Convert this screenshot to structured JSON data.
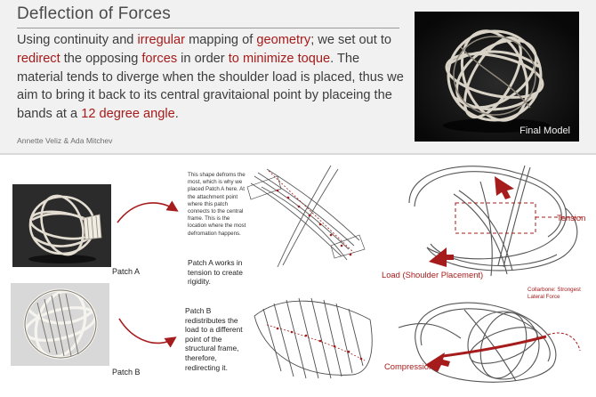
{
  "header": {
    "title": "Deflection of Forces",
    "description": {
      "p1": "Using continuity and ",
      "h1": "irregular",
      "p2": " mapping of ",
      "h2": "geometry",
      "p3": "; we set out to ",
      "h3": "redirect",
      "p4": " the opposing ",
      "h4": "forces",
      "p5": " in order ",
      "h5": "to minimize toque",
      "p6": ". The material tends to diverge when the shoulder load is placed, thus we aim to bring it back to its central gravitaional point by placeing the bands at a ",
      "h6": "12 degree angle",
      "p7": "."
    },
    "authors": "Annette Veliz & Ada Mitchev"
  },
  "final_model": {
    "caption": "Final Model"
  },
  "patch_a": {
    "label": "Patch A",
    "note_small": "This shape defroms the most, which is why we placed Patch A here. At the attachment point where this patch connects to the central frame. This is the location where the most defromation happens.",
    "note_big": "Patch A works in tension to create rigidity."
  },
  "patch_b": {
    "label": "Patch B",
    "note": "Patch B redistributes the load to a different point of the structural frame, therefore, redirecting it."
  },
  "diagram_labels": {
    "tension": "Tension",
    "load": "Load (Shoulder Placement)",
    "collarbone": "Collarbone: Strongest Lateral Force",
    "compression": "Compression"
  },
  "colors": {
    "accent": "#a61b1b",
    "header_bg": "#f1f1f1"
  }
}
